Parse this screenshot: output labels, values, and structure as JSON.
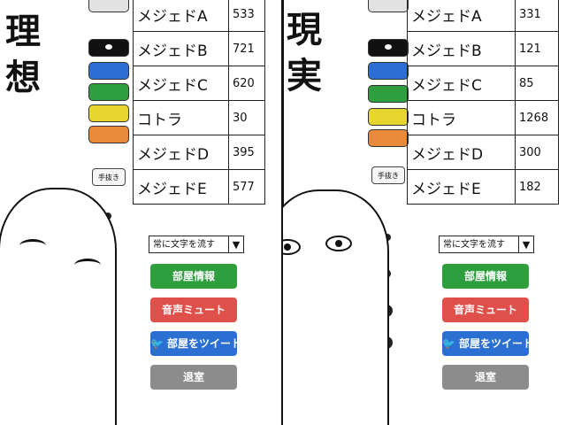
{
  "ideal": {
    "title": "理想",
    "rooms": [
      {
        "name": "メジェドA",
        "count": "533"
      },
      {
        "name": "メジェドB",
        "count": "721"
      },
      {
        "name": "メジェドC",
        "count": "620"
      },
      {
        "name": "コトラ",
        "count": "30"
      },
      {
        "name": "メジェドD",
        "count": "395"
      },
      {
        "name": "メジェドE",
        "count": "577"
      }
    ],
    "select_value": "常に文字を流す",
    "buttons": {
      "info": "部屋情報",
      "mute": "音声ミュート",
      "tweet": "部屋をツイート",
      "leave": "退室"
    },
    "mini_label": "手抜き"
  },
  "reality": {
    "title": "現実",
    "rooms": [
      {
        "name": "メジェドA",
        "count": "331"
      },
      {
        "name": "メジェドB",
        "count": "121"
      },
      {
        "name": "メジェドC",
        "count": "85"
      },
      {
        "name": "コトラ",
        "count": "1268"
      },
      {
        "name": "メジェドD",
        "count": "300"
      },
      {
        "name": "メジェドE",
        "count": "182"
      }
    ],
    "select_value": "常に文字を流す",
    "buttons": {
      "info": "部屋情報",
      "mute": "音声ミュート",
      "tweet": "部屋をツイート",
      "leave": "退室"
    },
    "mini_label": "手抜き"
  },
  "icons": {
    "dropdown": "triangle-down-icon",
    "tweet": "bird-icon",
    "caret_glyph": "▼",
    "bird_glyph": "🐦"
  },
  "colors": {
    "green": "#2f9e3f",
    "red": "#e0504b",
    "blue": "#2a6fd1",
    "gray": "#8c8c8c",
    "yellow": "#e7d62e",
    "orange": "#e88a3a"
  }
}
